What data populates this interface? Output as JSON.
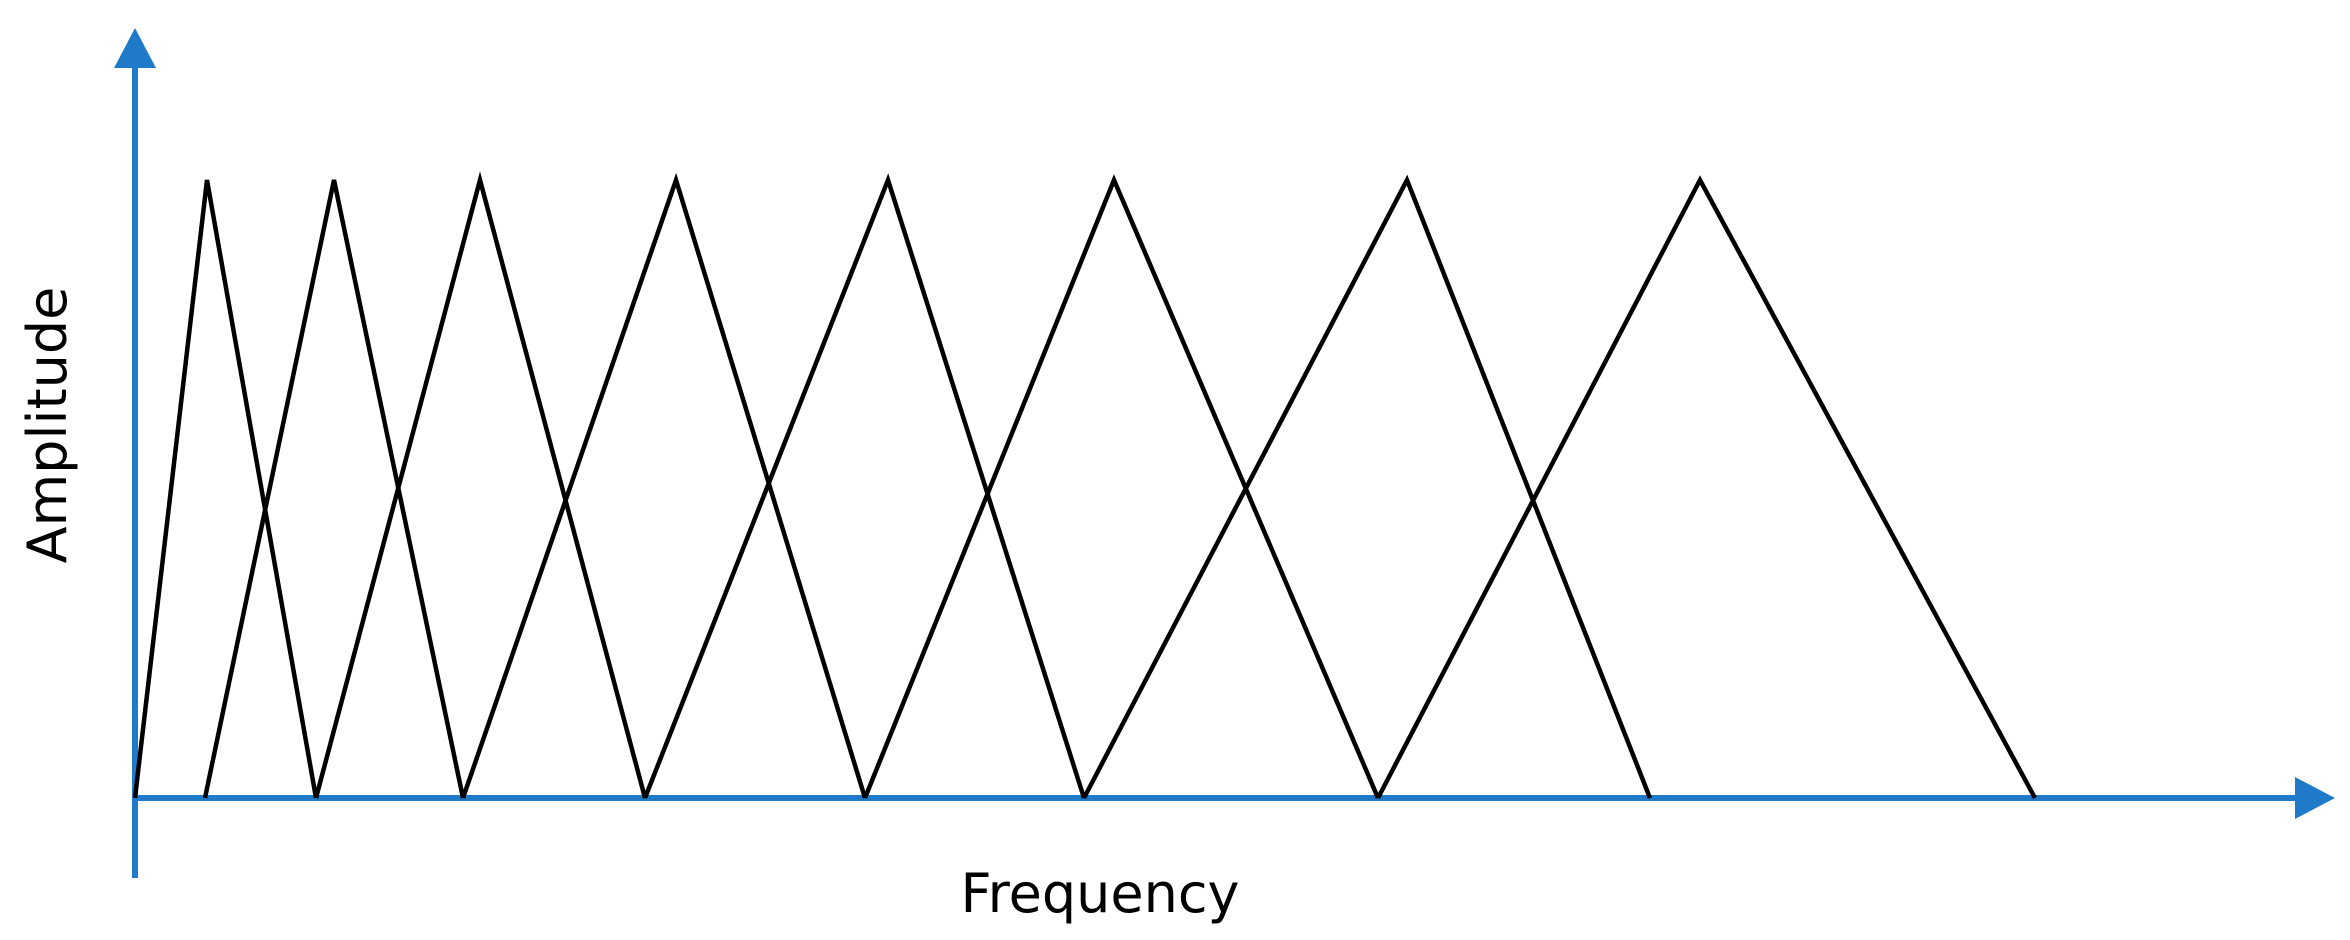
{
  "diagram": {
    "xlabel": "Frequency",
    "ylabel": "Amplitude"
  },
  "filter_bank": {
    "type": "triangular",
    "count": 8
  },
  "colors": {
    "axis": "#1f7bc9",
    "filters": "#000000"
  }
}
